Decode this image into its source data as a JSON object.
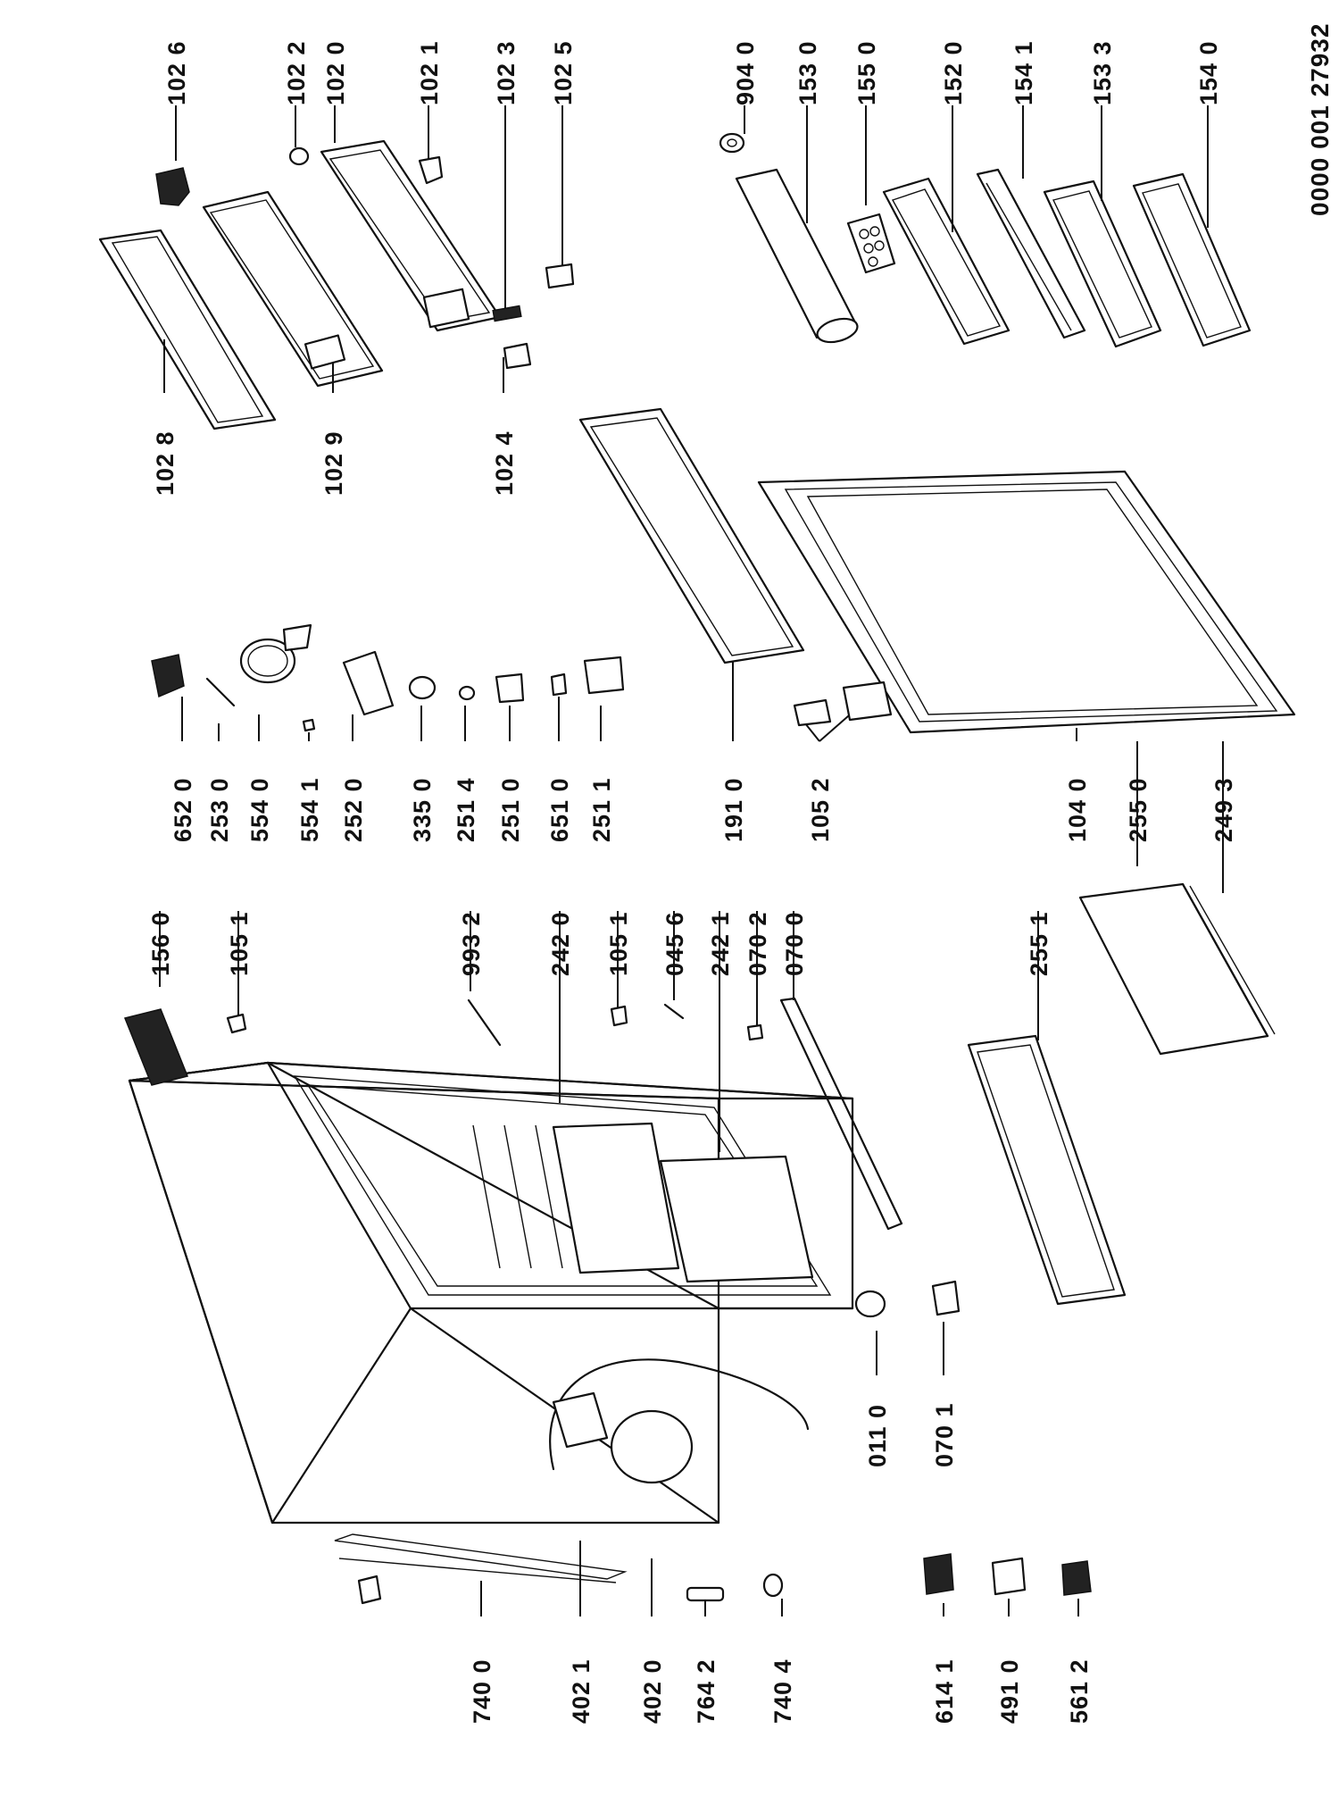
{
  "diagram": {
    "document_number": "0000 001 27932",
    "labels": [
      {
        "key": "l1026",
        "text": "102 6"
      },
      {
        "key": "l1022",
        "text": "102 2"
      },
      {
        "key": "l1020",
        "text": "102 0"
      },
      {
        "key": "l1021",
        "text": "102 1"
      },
      {
        "key": "l1023",
        "text": "102 3"
      },
      {
        "key": "l1025",
        "text": "102 5"
      },
      {
        "key": "l9040",
        "text": "904 0"
      },
      {
        "key": "l1530",
        "text": "153 0"
      },
      {
        "key": "l1550",
        "text": "155 0"
      },
      {
        "key": "l1520",
        "text": "152 0"
      },
      {
        "key": "l1541",
        "text": "154 1"
      },
      {
        "key": "l1533",
        "text": "153 3"
      },
      {
        "key": "l1540",
        "text": "154 0"
      },
      {
        "key": "l1028",
        "text": "102 8"
      },
      {
        "key": "l1029",
        "text": "102 9"
      },
      {
        "key": "l1024",
        "text": "102 4"
      },
      {
        "key": "l1560",
        "text": "156 0"
      },
      {
        "key": "l1051a",
        "text": "105 1"
      },
      {
        "key": "l9932",
        "text": "993 2"
      },
      {
        "key": "l2420",
        "text": "242 0"
      },
      {
        "key": "l1051b",
        "text": "105 1"
      },
      {
        "key": "l0456",
        "text": "045 6"
      },
      {
        "key": "l2421",
        "text": "242 1"
      },
      {
        "key": "l0702",
        "text": "070 2"
      },
      {
        "key": "l0700",
        "text": "070 0"
      },
      {
        "key": "l6520",
        "text": "652 0"
      },
      {
        "key": "l2530",
        "text": "253 0"
      },
      {
        "key": "l5540",
        "text": "554 0"
      },
      {
        "key": "l5541",
        "text": "554 1"
      },
      {
        "key": "l2520",
        "text": "252 0"
      },
      {
        "key": "l3350",
        "text": "335 0"
      },
      {
        "key": "l2514",
        "text": "251 4"
      },
      {
        "key": "l2510",
        "text": "251 0"
      },
      {
        "key": "l6510",
        "text": "651 0"
      },
      {
        "key": "l2511",
        "text": "251 1"
      },
      {
        "key": "l1910",
        "text": "191 0"
      },
      {
        "key": "l1052",
        "text": "105 2"
      },
      {
        "key": "l1040",
        "text": "104 0"
      },
      {
        "key": "l2550",
        "text": "255 0"
      },
      {
        "key": "l2493",
        "text": "249 3"
      },
      {
        "key": "l2551",
        "text": "255 1"
      },
      {
        "key": "l0110",
        "text": "011 0"
      },
      {
        "key": "l0701",
        "text": "070 1"
      },
      {
        "key": "l7400",
        "text": "740 0"
      },
      {
        "key": "l4021",
        "text": "402 1"
      },
      {
        "key": "l4020",
        "text": "402 0"
      },
      {
        "key": "l7642",
        "text": "764 2"
      },
      {
        "key": "l7404",
        "text": "740 4"
      },
      {
        "key": "l6141",
        "text": "614 1"
      },
      {
        "key": "l4910",
        "text": "491 0"
      },
      {
        "key": "l5612",
        "text": "561 2"
      }
    ]
  }
}
